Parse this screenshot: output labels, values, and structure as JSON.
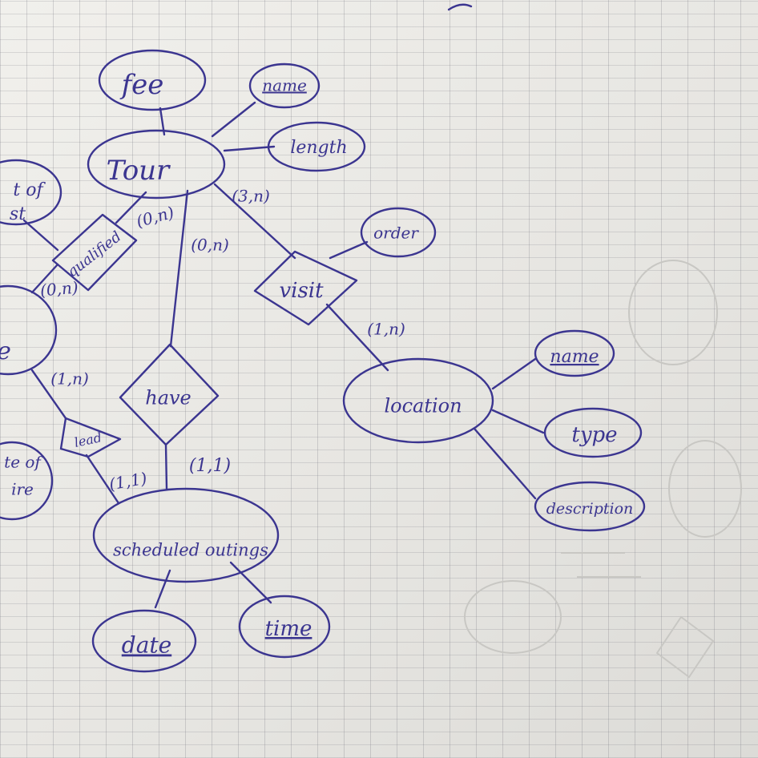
{
  "diagram": {
    "entities": {
      "tour": "Tour",
      "location": "location",
      "scheduled_outings": "scheduled outings",
      "partial_left": "e"
    },
    "relationships": {
      "qualified": "qualified",
      "visit": "visit",
      "have": "have",
      "lead": "lead"
    },
    "attributes": {
      "tour_fee": "fee",
      "tour_name": "name",
      "tour_length": "length",
      "visit_order": "order",
      "location_name": "name",
      "location_type": "type",
      "location_description": "description",
      "outing_date": "date",
      "outing_time": "time",
      "partial_top_1": "t of",
      "partial_top_2": "st",
      "partial_left_1": "te of",
      "partial_left_2": "ire"
    },
    "cardinalities": {
      "tour_qualified": "(0,n)",
      "tour_have": "(0,n)",
      "tour_visit": "(3,n)",
      "qualified_left": "(0,n)",
      "visit_location": "(1,n)",
      "left_lead": "(1,n)",
      "lead_outings": "(1,1)",
      "have_outings": "(1,1)"
    }
  }
}
